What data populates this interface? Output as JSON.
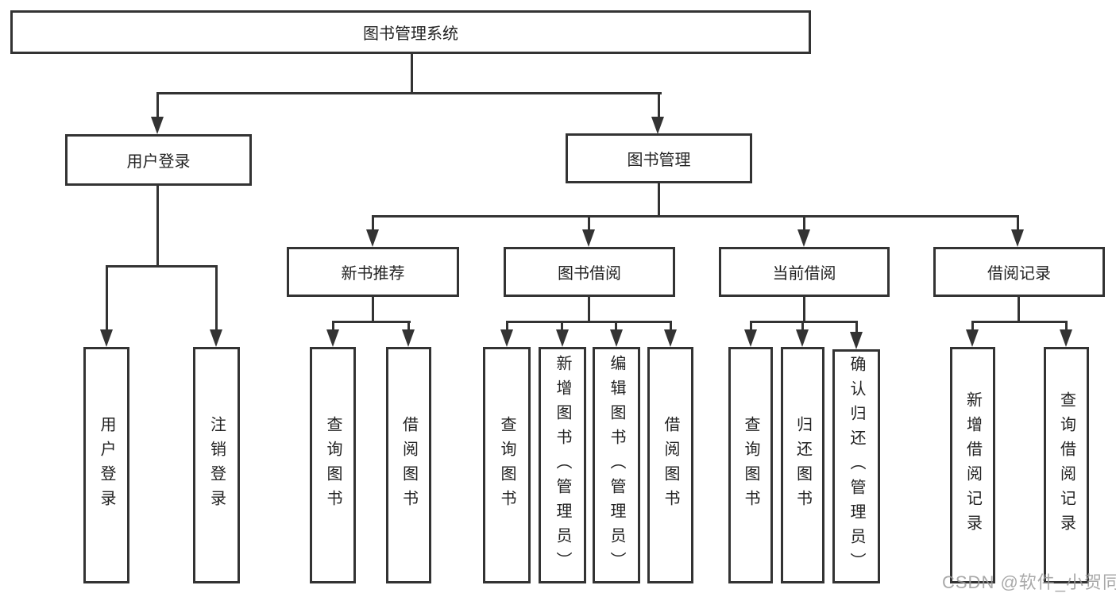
{
  "diagram": {
    "type": "hierarchy-tree",
    "colors": {
      "line": "#333333",
      "text": "#222222",
      "background": "#ffffff",
      "watermark": "#9b9b9b"
    },
    "root": {
      "label": "图书管理系统",
      "children": [
        {
          "label": "用户登录",
          "children": [
            {
              "label": "用户登录"
            },
            {
              "label": "注销登录"
            }
          ]
        },
        {
          "label": "图书管理",
          "children": [
            {
              "label": "新书推荐",
              "children": [
                {
                  "label": "查询图书"
                },
                {
                  "label": "借阅图书"
                }
              ]
            },
            {
              "label": "图书借阅",
              "children": [
                {
                  "label": "查询图书"
                },
                {
                  "label": "新增图书（管理员）"
                },
                {
                  "label": "编辑图书（管理员）"
                },
                {
                  "label": "借阅图书"
                }
              ]
            },
            {
              "label": "当前借阅",
              "children": [
                {
                  "label": "查询图书"
                },
                {
                  "label": "归还图书"
                },
                {
                  "label": "确认归还（管理员）"
                }
              ]
            },
            {
              "label": "借阅记录",
              "children": [
                {
                  "label": "新增借阅记录"
                },
                {
                  "label": "查询借阅记录"
                }
              ]
            }
          ]
        }
      ]
    },
    "watermark": "CSDN @软件_小贺同学"
  }
}
